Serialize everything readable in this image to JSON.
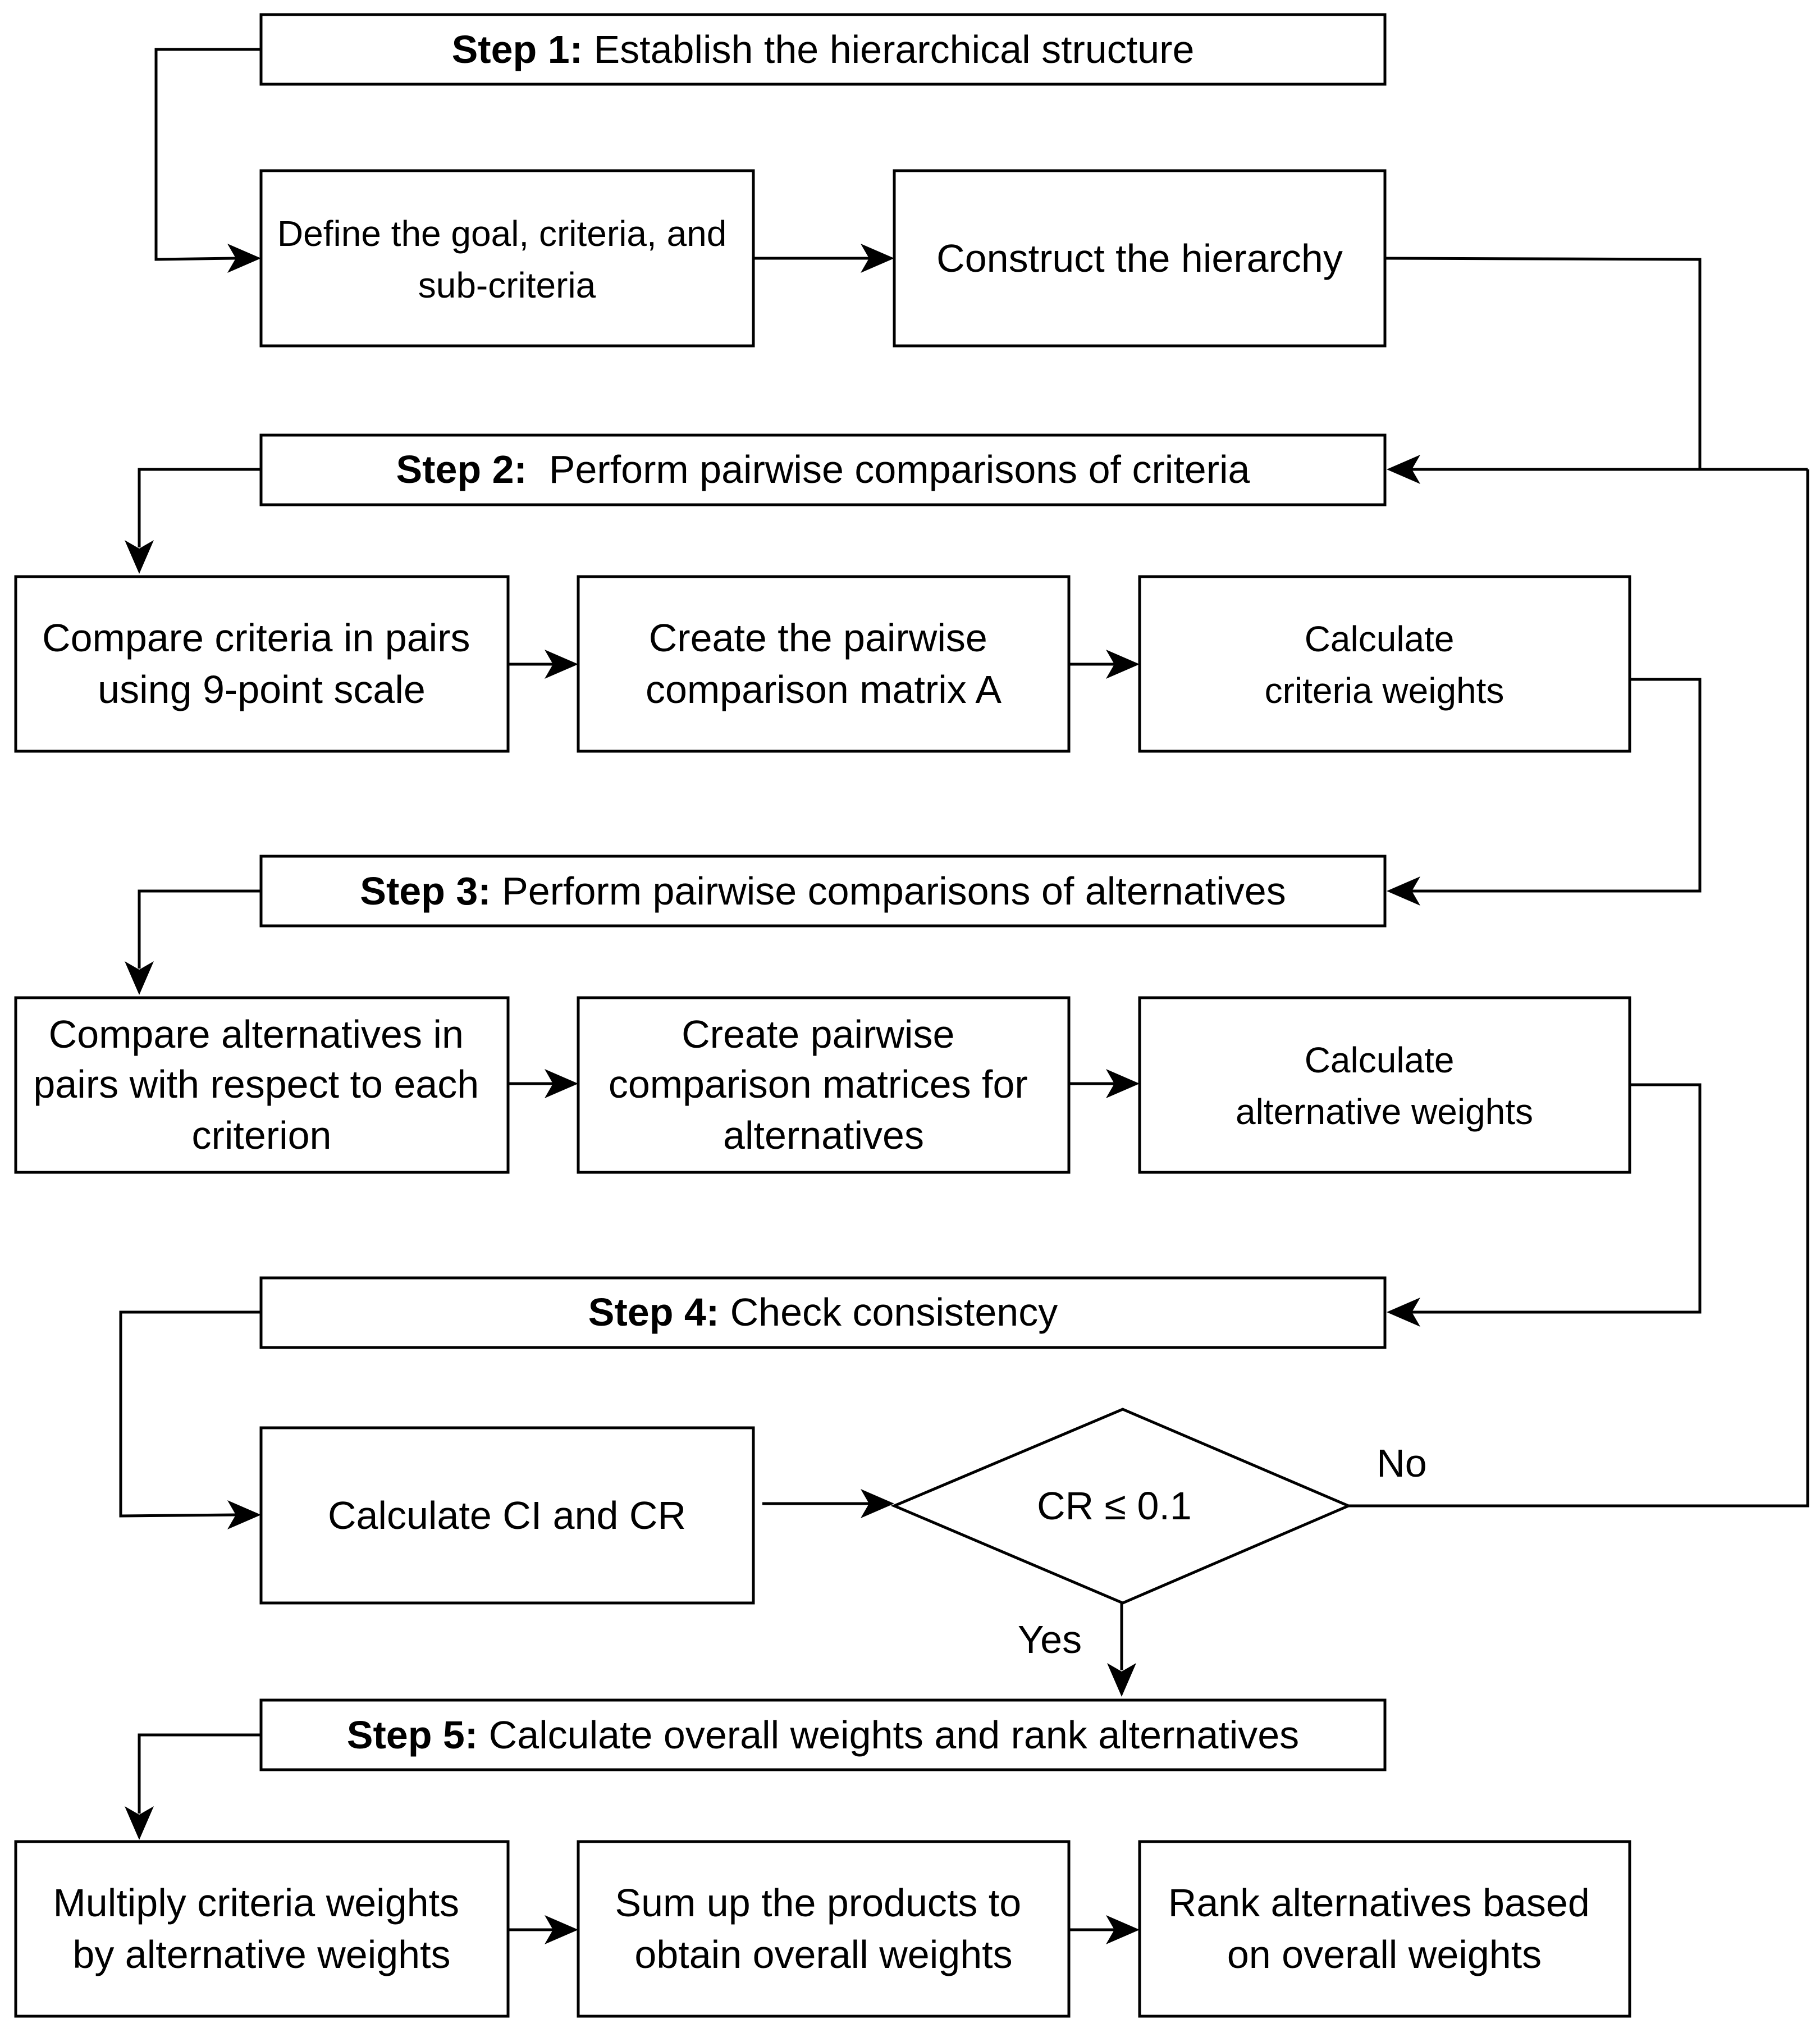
{
  "steps": [
    {
      "number": "Step 1:",
      "title": " Establish the hierarchical structure"
    },
    {
      "number": "Step 2:",
      "title": "  Perform pairwise comparisons of criteria"
    },
    {
      "number": "Step 3:",
      "title": " Perform pairwise comparisons of alternatives"
    },
    {
      "number": "Step 4:",
      "title": " Check consistency"
    },
    {
      "number": "Step 5:",
      "title": " Calculate overall weights and rank alternatives"
    }
  ],
  "nodes": {
    "define_goal": [
      "Define the goal, criteria, and",
      "sub-criteria"
    ],
    "construct_hierarchy": [
      "Construct the hierarchy"
    ],
    "compare_criteria": [
      "Compare criteria in pairs",
      "using 9-point scale"
    ],
    "create_matrix_a": [
      "Create the pairwise",
      "comparison matrix A"
    ],
    "calc_criteria_weights": [
      "Calculate",
      "criteria weights"
    ],
    "compare_alternatives": [
      "Compare alternatives in",
      "pairs with respect to each",
      "criterion"
    ],
    "create_alt_matrices": [
      "Create pairwise",
      "comparison matrices for",
      "alternatives"
    ],
    "calc_alt_weights": [
      "Calculate",
      "alternative weights"
    ],
    "calc_ci_cr": [
      "Calculate CI and CR"
    ],
    "decision": [
      "CR ≤ 0.1"
    ],
    "multiply_weights": [
      "Multiply criteria weights",
      "by alternative weights"
    ],
    "sum_products": [
      "Sum up the products to",
      "obtain overall weights"
    ],
    "rank_alternatives": [
      "Rank alternatives based",
      "on overall weights"
    ]
  },
  "edge_labels": {
    "no": "No",
    "yes": "Yes"
  }
}
